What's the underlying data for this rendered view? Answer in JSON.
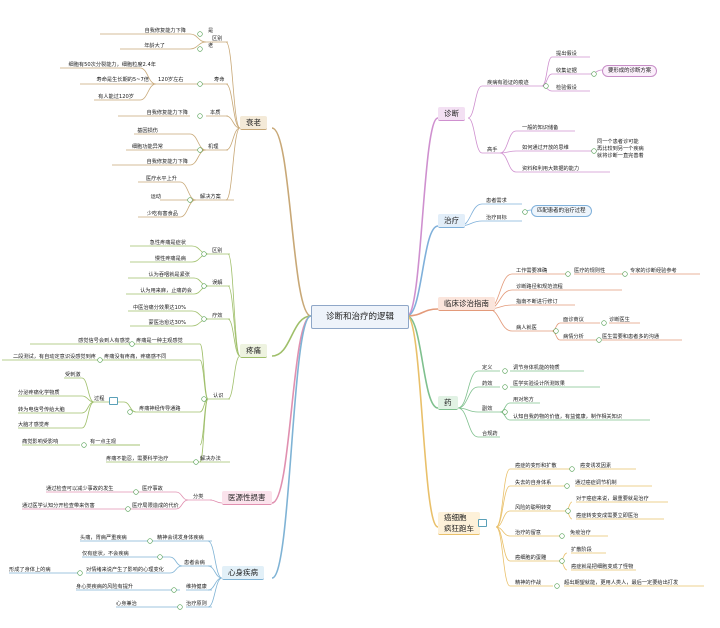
{
  "root": "诊断和治疗的逻辑",
  "branches": {
    "aging": {
      "title": "衰老",
      "diff": {
        "label": "区别",
        "items": [
          "自我修复能力下降",
          "年龄大了"
        ],
        "tags": [
          "是",
          "老"
        ]
      },
      "lifespan": {
        "label": "120岁左右",
        "tag": "寿命",
        "items": [
          "细胞有50次分裂能力，细胞粒度2.4年",
          "寿命是生长期的5~7倍",
          "有人能过120岁"
        ]
      },
      "essence": {
        "label": "本质",
        "item": "自我修复能力下降"
      },
      "mechanism": {
        "label": "机理",
        "items": [
          "基因损伤",
          "细胞功能异常",
          "自我修复能力下降"
        ]
      },
      "solution": {
        "label": "解决方案",
        "items": [
          "医疗水平上升",
          "运动",
          "少吃有害食品"
        ]
      }
    },
    "pain": {
      "title": "疼痛",
      "diff": {
        "label": "区别",
        "items": [
          "急性疼痛是症状",
          "慢性疼痛是病"
        ]
      },
      "misread": {
        "label": "误解",
        "items": [
          "认为吞咽就是紧张",
          "认为用来麻，止痛药会"
        ]
      },
      "cure": {
        "label": "疗效",
        "items": [
          "中医治痛分效果达10%",
          "蒙医治愈达30%"
        ]
      },
      "recognize": {
        "label": "认识",
        "a": "感觉信号会到人有感觉",
        "a_tag": "疼痛是一种主观感觉",
        "b": "二段测试，有自动定意识设感觉到疼",
        "b_tag": "疼痛没有疼痛，疼痛感不同",
        "path_tag": "疼痛神经传导通路",
        "path_label": "过程",
        "path_items": [
          "受刺激",
          "分泌疼痛化学物质",
          "转为电信号传给大脑",
          "大脑才感觉疼"
        ],
        "sense": "痛觉影响受影响",
        "sense_tag": "有一点主观",
        "conclusion": "疼痛不能忍，需要科学治疗",
        "conclusion_tag": "解决办法"
      }
    },
    "overmed": {
      "title": "医源性损害",
      "tag": "分类",
      "items": [
        "通过检查可以减少事故的发生",
        "通过医学认知分开检查带来伤害"
      ],
      "tags": [
        "医疗事故",
        "医疗局限造成的代价"
      ]
    },
    "psych": {
      "title": "心身疾病",
      "items": [
        {
          "left": "头痛，胃病严重疾病",
          "tag": "精神会诱发身体疾病"
        },
        {
          "left": "仅有症状，不会疾病",
          "tag": ""
        },
        {
          "left": "形成了身体上的病",
          "tag": "对情绪来说产生了影响的心理变化"
        },
        {
          "left": "身心类疾病的风险有提升",
          "tag": "维持健康"
        },
        {
          "left": "心身兼治",
          "tag": "治疗原则"
        }
      ],
      "mid_tags": [
        "患者会病",
        "心身并关"
      ]
    },
    "diagnosis": {
      "title": "诊断",
      "evidence": {
        "label": "疾病有验证的痕迹",
        "items": [
          "提出假设",
          "收集证据",
          "检验假设"
        ],
        "note": "要形成的诊断方案"
      },
      "doctor": {
        "label": "高手",
        "items": [
          "一般的知识储备",
          "如何通过开放的思维",
          "资料和利用大数据的能力"
        ],
        "note": [
          "同一个患者诊可能",
          "再比较到另一个疾病",
          "就将诊断一直完善着"
        ]
      }
    },
    "treatment": {
      "title": "治疗",
      "items": [
        "患者需求",
        "治疗目标"
      ],
      "note": "匹配患者的治疗过程"
    },
    "guide": {
      "title": "临床诊治指南",
      "items": [
        {
          "label": "工作需要准确",
          "tag": "医疗的规则性",
          "sub": "专家的诊断经验参考"
        },
        {
          "label": "诊断路径和规范流程",
          "tag": ""
        },
        {
          "label": "指南不断进行修订",
          "tag": ""
        },
        {
          "label": "病人就医",
          "sub": [
            "面诊商议",
            "病情分析"
          ],
          "tags": [
            "诊断医生",
            "医生需要和患者多的沟通"
          ]
        }
      ]
    },
    "medicine": {
      "title": "药",
      "items": [
        {
          "label": "定义",
          "text": "调节身体机能的物质"
        },
        {
          "label": "药效",
          "text": "医学实验设计所测效果"
        },
        {
          "label": "副效",
          "text": "用对地方"
        },
        {
          "label": "",
          "text": "认知自我药物的价值，有益健康，制作相关知识"
        },
        {
          "label": "合规药",
          "text": ""
        }
      ]
    },
    "cancer": {
      "title": "癌细胞\n疯狂跑车",
      "items": [
        {
          "label": "癌症的变形和扩散",
          "tag": "癌变诱发因素"
        },
        {
          "label": "失去的自身体系",
          "tag": "通过癌症调节机制"
        },
        {
          "label": "风险的聪明转变",
          "tag": "对于癌症来说，最重要就是治疗",
          "sub": "癌症转变变成需要立即医治"
        },
        {
          "label": "治疗的留意",
          "tag": "免疫治疗"
        },
        {
          "label": "癌细胞的蛋雕",
          "sub": [
            "扩散阶段",
            "癌症就是把细胞变成了怪物"
          ]
        },
        {
          "label": "精神的作战",
          "tag": "超出期望就能，更用人类人，最后一定要给出打发"
        }
      ]
    }
  }
}
